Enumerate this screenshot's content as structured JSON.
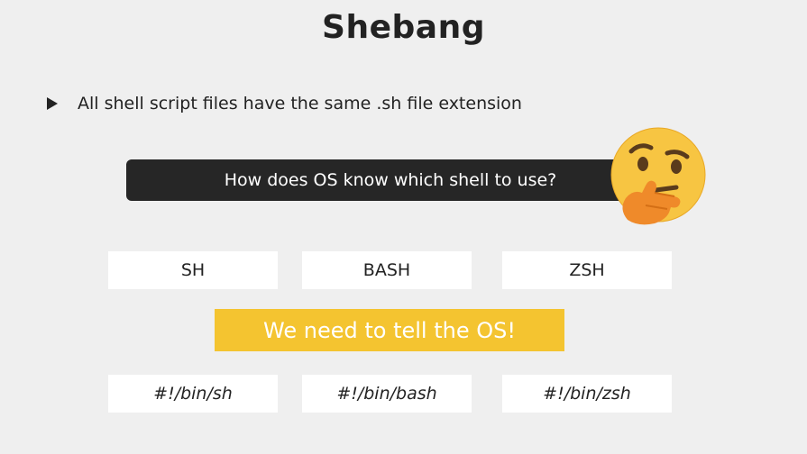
{
  "slide": {
    "title": "Shebang",
    "bullet": "All shell script files have the same .sh file extension",
    "question": "How does OS know which shell to use?",
    "emoji_icon": "thinking-face-icon",
    "shells": [
      "SH",
      "BASH",
      "ZSH"
    ],
    "banner": "We need to tell the OS!",
    "shebangs": [
      "#!/bin/sh",
      "#!/bin/bash",
      "#!/bin/zsh"
    ]
  },
  "colors": {
    "background": "#efefef",
    "question_bar": "#262626",
    "banner": "#f4c430",
    "box": "#ffffff",
    "text": "#222222"
  }
}
